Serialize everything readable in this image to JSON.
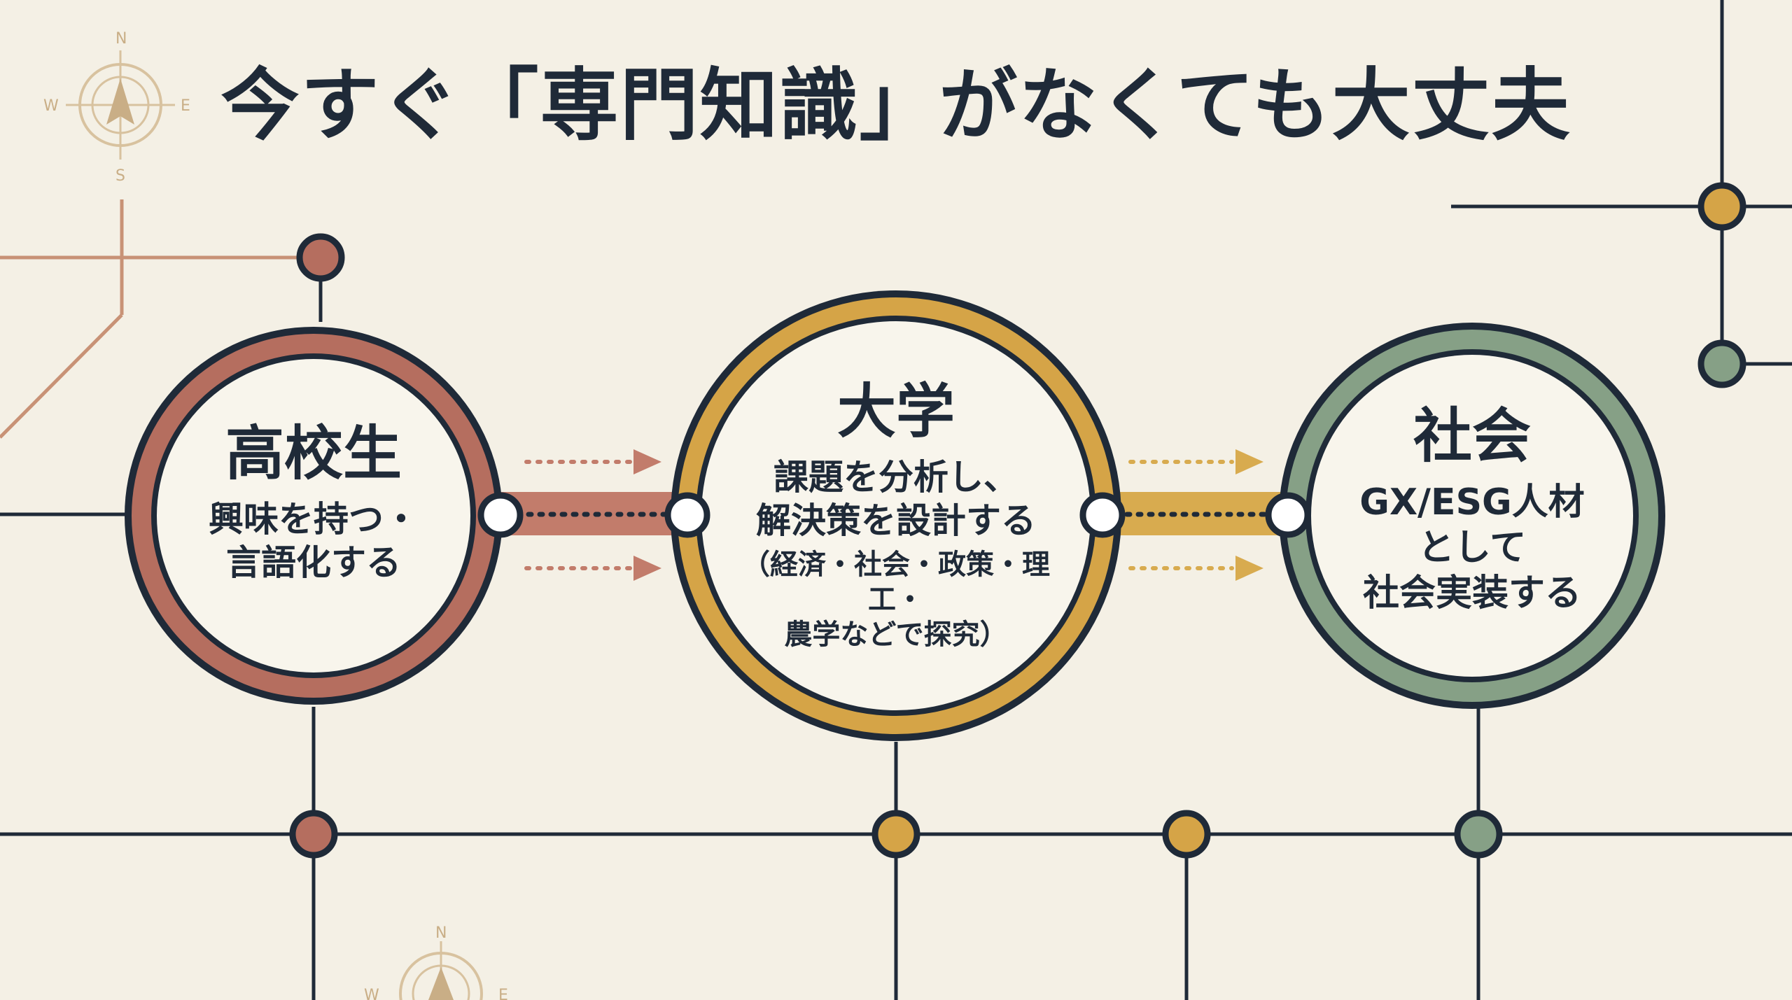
{
  "title": "今すぐ「専門知識」がなくても大丈夫",
  "stages": [
    {
      "name": "高校生",
      "desc": "興味を持つ・\n言語化する",
      "sub": "",
      "color": "#b56e5f"
    },
    {
      "name": "大学",
      "desc": "課題を分析し、\n解決策を設計する",
      "sub": "（経済・社会・政策・理工・\n農学などで探究）",
      "color": "#d5a447"
    },
    {
      "name": "社会",
      "desc": "GX/ESG人材\nとして\n社会実装する",
      "sub": "",
      "color": "#86a086"
    }
  ],
  "compass": {
    "n": "N",
    "s": "S",
    "e": "E",
    "w": "W"
  },
  "colors": {
    "background": "#f4f0e5",
    "ink": "#1f2a38",
    "terracotta": "#b56e5f",
    "mustard": "#d5a447",
    "sage": "#86a086",
    "line_tan": "#c89276"
  }
}
